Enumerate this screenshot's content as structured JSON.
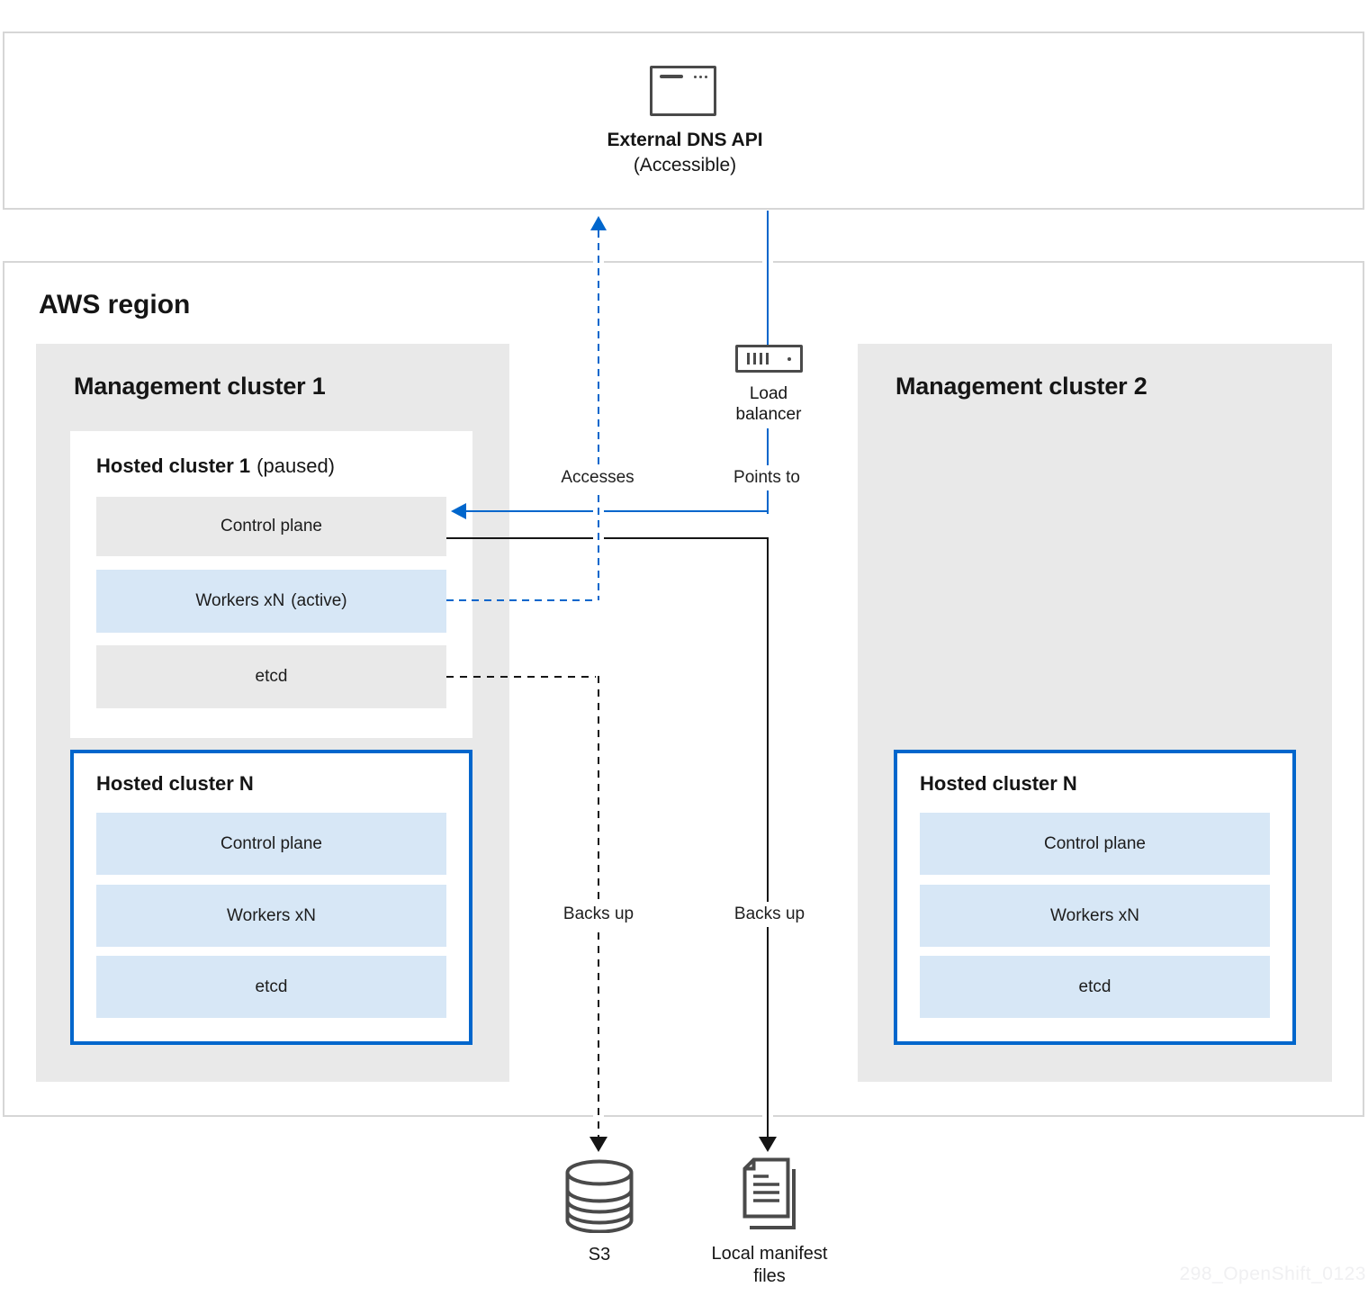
{
  "external_dns": {
    "title": "External DNS API",
    "subtitle": "(Accessible)"
  },
  "aws_region": {
    "title": "AWS region"
  },
  "management_cluster_1": {
    "title": "Management cluster 1",
    "hosted_cluster_1": {
      "title": "Hosted cluster 1",
      "title_suffix": "(paused)",
      "rows": [
        {
          "label": "Control plane"
        },
        {
          "label": "Workers xN",
          "suffix": "(active)"
        },
        {
          "label": "etcd"
        }
      ]
    },
    "hosted_cluster_n": {
      "title": "Hosted cluster N",
      "rows": [
        {
          "label": "Control plane"
        },
        {
          "label": "Workers xN"
        },
        {
          "label": "etcd"
        }
      ]
    }
  },
  "management_cluster_2": {
    "title": "Management cluster 2",
    "hosted_cluster_n": {
      "title": "Hosted cluster N",
      "rows": [
        {
          "label": "Control plane"
        },
        {
          "label": "Workers xN"
        },
        {
          "label": "etcd"
        }
      ]
    }
  },
  "load_balancer": {
    "label_line1": "Load",
    "label_line2": "balancer"
  },
  "edges": {
    "accesses": "Accesses",
    "points_to": "Points to",
    "backs_up_s3": "Backs up",
    "backs_up_files": "Backs up"
  },
  "storage": {
    "s3_label": "S3",
    "manifest_label_line1": "Local manifest",
    "manifest_label_line2": "files"
  },
  "watermark": "298_OpenShift_0123",
  "icons": {
    "external_dns": "browser-window-icon",
    "load_balancer": "server-icon",
    "s3": "database-cylinder-icon",
    "local_manifest": "documents-icon"
  },
  "colors": {
    "accent": "#0066cc",
    "lightblue": "#d7e7f6",
    "gray": "#e9e9e9",
    "frame": "#d6d6d6",
    "ink": "#151515",
    "icon": "#4a4a4a",
    "watermark": "#f0f0f2"
  }
}
